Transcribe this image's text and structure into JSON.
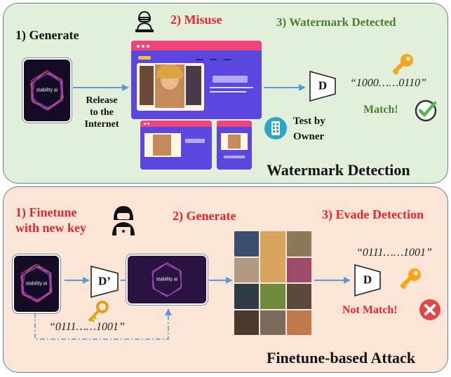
{
  "top": {
    "step1": "1) Generate",
    "step2": "2) Misuse",
    "step3": "3) Watermark Detected",
    "logo_caption": "stability ai",
    "release_label": "Release\nto the\nInternet",
    "detector_label": "D",
    "key_bits": "“1000……0110”",
    "match_label": "Match!",
    "test_label": "Test by\nOwner",
    "panel_title": "Watermark Detection"
  },
  "bottom": {
    "step1": "1) Finetune\nwith new key",
    "step2": "2) Generate",
    "step3": "3) Evade Detection",
    "logo_caption": "stability ai",
    "decoder_label": "D’",
    "new_key_bits": "“0111……1001”",
    "detect_bits": "“0111……1001”",
    "detector_label": "D",
    "not_match_label": "Not Match!",
    "panel_title": "Finetune-based Attack"
  },
  "colors": {
    "top_panel": "#e2efda",
    "bottom_panel": "#fbe5d6",
    "red": "#e8262a",
    "green": "#4b7f2e",
    "arrow": "#5b9bd5",
    "key": "#f4a51c",
    "match": "#55b849",
    "not_match": "#e04848"
  },
  "icons": [
    "hacker-icon",
    "key-icon",
    "check-icon",
    "building-icon",
    "cross-icon",
    "browser-window-icon"
  ]
}
